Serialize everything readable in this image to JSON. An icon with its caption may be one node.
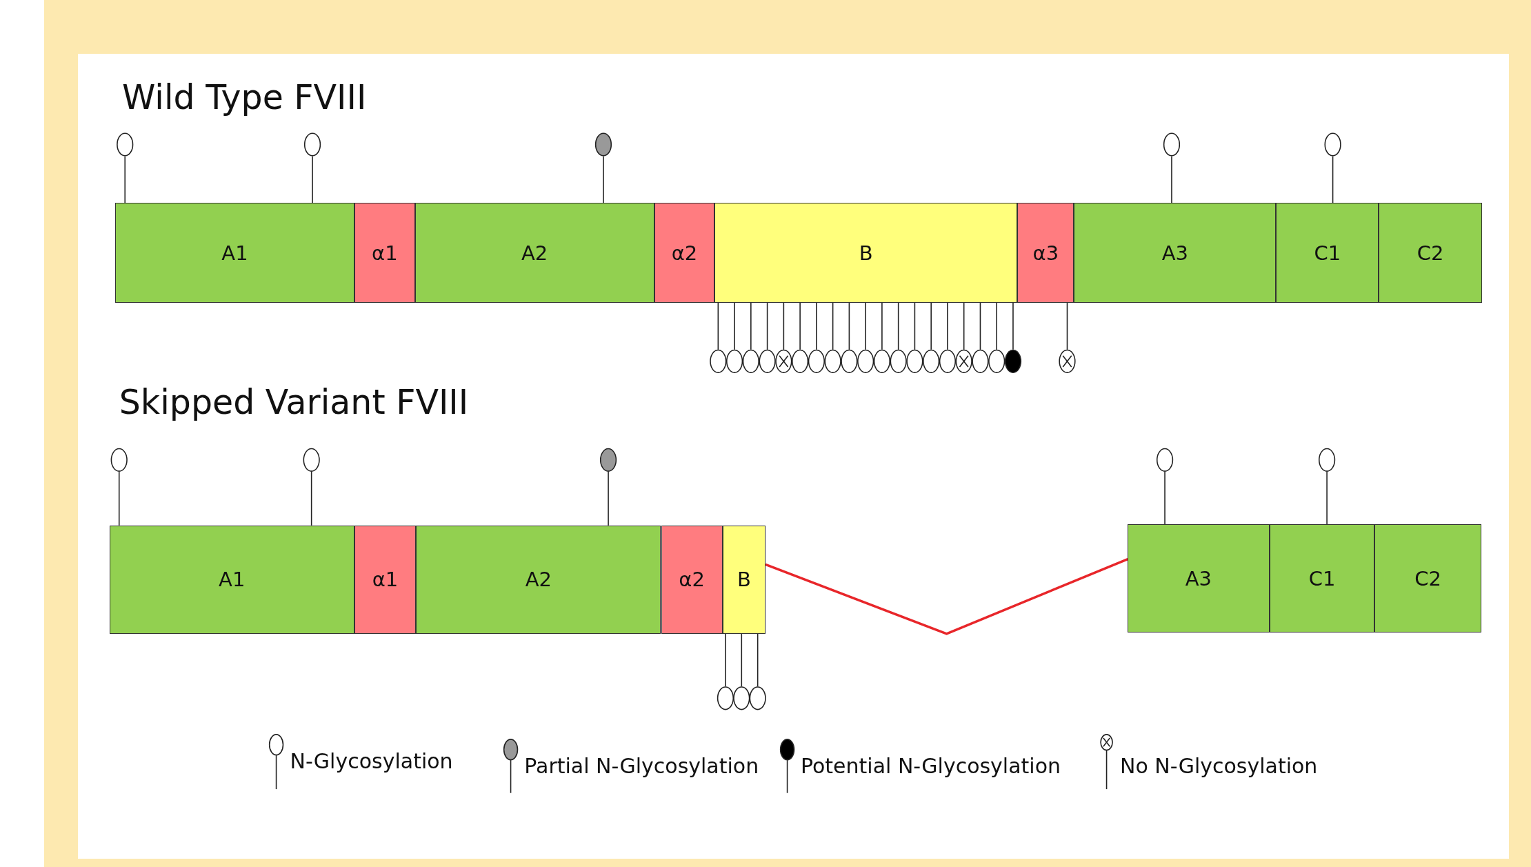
{
  "diagram": {
    "nodes": [
      {
        "text": [
          "A1"
        ]
      },
      {
        "text": [
          "α1"
        ]
      },
      {
        "text": [
          "A2"
        ]
      },
      {
        "text": [
          "α2"
        ]
      },
      {
        "text": [
          "B"
        ]
      },
      {
        "text": [
          "α3"
        ]
      },
      {
        "text": [
          "A3"
        ]
      },
      {
        "text": [
          "C1"
        ]
      },
      {
        "text": [
          "C2"
        ]
      },
      {
        "text": [
          "A1"
        ]
      },
      {
        "text": [
          "α1"
        ]
      },
      {
        "text": [
          "A2"
        ]
      },
      {
        "text": [
          "α2"
        ]
      },
      {
        "text": [
          "B"
        ]
      },
      {
        "text": [
          "A3"
        ]
      },
      {
        "text": [
          "C1"
        ]
      },
      {
        "text": [
          "C2"
        ]
      }
    ],
    "edges": [
      {
        "from": 13,
        "to": 14,
        "arrow": "none",
        "color": "#e8262a"
      }
    ],
    "labels": [
      "Wild Type FVIII",
      "Skipped Variant FVIII"
    ],
    "legend": [
      {
        "text": "N-Glycosylation"
      },
      {
        "text": "Partial N-Glycosylation"
      },
      {
        "text": "Potential N-Glycosylation"
      },
      {
        "text": "No N-Glycosylation"
      }
    ]
  }
}
